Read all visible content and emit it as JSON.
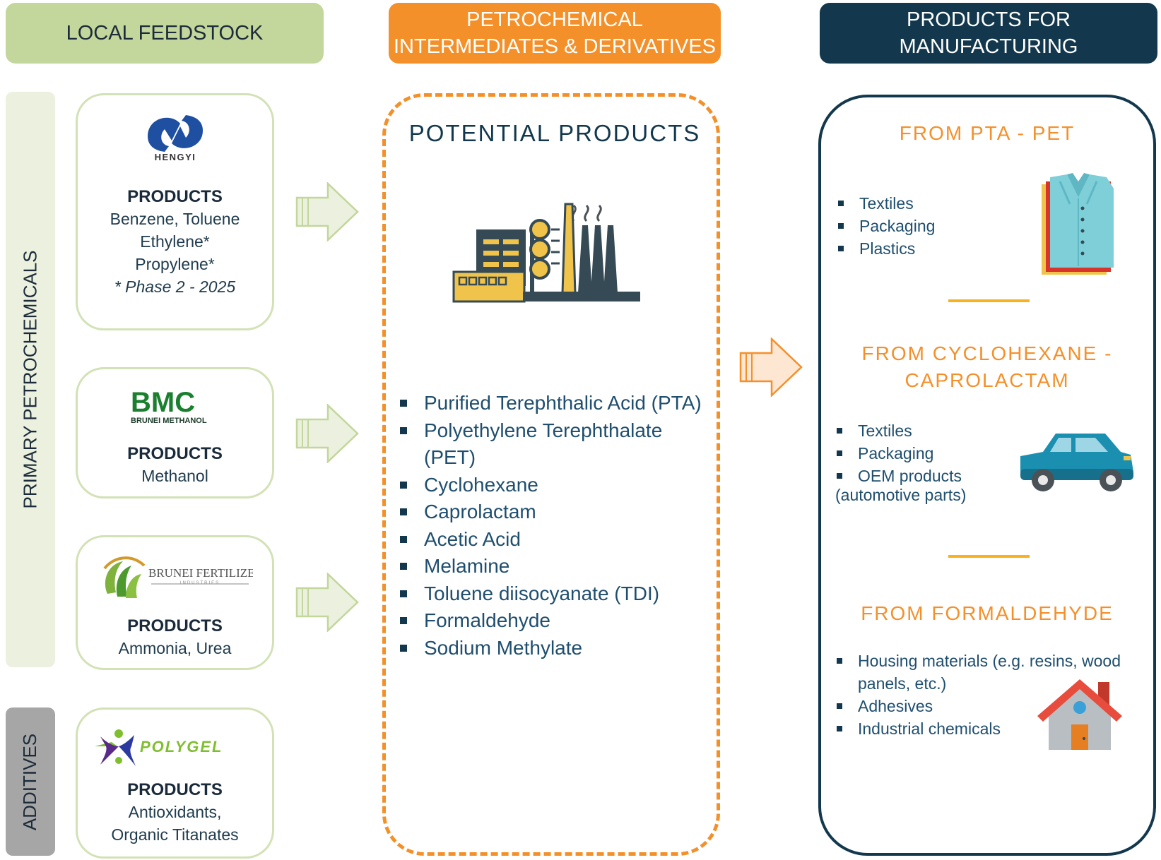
{
  "headers": {
    "local": "LOCAL FEEDSTOCK",
    "petro_line1": "PETROCHEMICAL",
    "petro_line2": "INTERMEDIATES & DERIVATIVES",
    "mfg_line1": "PRODUCTS FOR",
    "mfg_line2": "MANUFACTURING"
  },
  "sidebars": {
    "primary": "PRIMARY PETROCHEMICALS",
    "additives": "ADDITIVES"
  },
  "feedstock_cards": [
    {
      "logo_text": "HENGYI",
      "label": "PRODUCTS",
      "lines": [
        "Benzene, Toluene",
        "Ethylene*",
        "Propylene*"
      ],
      "note": "* Phase 2 - 2025"
    },
    {
      "logo_text": "BMC",
      "logo_sub": "BRUNEI METHANOL",
      "label": "PRODUCTS",
      "lines": [
        "Methanol"
      ]
    },
    {
      "logo_text": "BRUNEI FERTILIZER",
      "logo_sub": "INDUSTRIES",
      "label": "PRODUCTS",
      "lines": [
        "Ammonia, Urea"
      ]
    },
    {
      "logo_text": "POLYGEL",
      "label": "PRODUCTS",
      "lines": [
        "Antioxidants,",
        "Organic Titanates"
      ]
    }
  ],
  "potential": {
    "title": "POTENTIAL PRODUCTS",
    "items": [
      "Purified Terephthalic Acid (PTA)",
      "Polyethylene Terephthalate (PET)",
      "Cyclohexane",
      "Caprolactam",
      "Acetic Acid",
      "Melamine",
      "Toluene diisocyanate (TDI)",
      "Formaldehyde",
      "Sodium Methylate"
    ]
  },
  "manufacturing": [
    {
      "title": "FROM PTA - PET",
      "items": [
        "Textiles",
        "Packaging",
        "Plastics"
      ],
      "icon": "shirt-icon"
    },
    {
      "title_line1": "FROM CYCLOHEXANE -",
      "title_line2": "CAPROLACTAM",
      "items": [
        "Textiles",
        "Packaging",
        "OEM products"
      ],
      "note": "(automotive parts)",
      "icon": "car-icon"
    },
    {
      "title": "FROM FORMALDEHYDE",
      "items": [
        "Housing materials (e.g. resins, wood panels, etc.)",
        "Adhesives",
        "Industrial chemicals"
      ],
      "icon": "house-icon"
    }
  ],
  "colors": {
    "orange": "#f4902a",
    "navy": "#13384d",
    "green_header": "#c3d69b",
    "green_border": "#d2e2b6",
    "divider": "#f7b21e"
  }
}
